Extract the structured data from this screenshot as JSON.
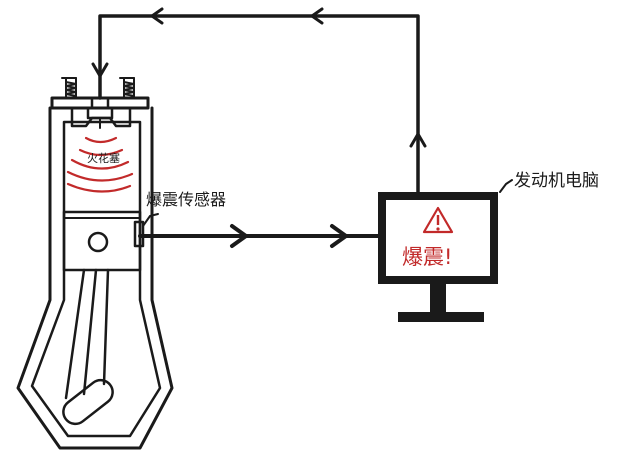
{
  "labels": {
    "spark_plug": "火花塞",
    "knock_sensor": "爆震传感器",
    "engine_computer": "发动机电脑",
    "screen_warning": "爆震!"
  },
  "icons": {
    "warning": "warning-triangle-icon"
  },
  "colors": {
    "ink": "#1a1a1a",
    "wave_red": "#c22a2a",
    "background": "#ffffff"
  }
}
